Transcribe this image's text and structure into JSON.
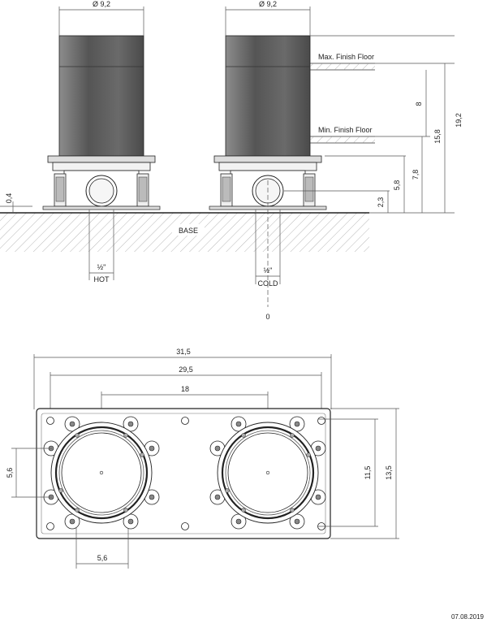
{
  "elevation": {
    "left_diameter": "Ø 9,2",
    "right_diameter": "Ø 9,2",
    "max_finish_floor": "Max. Finish Floor",
    "min_finish_floor": "Min. Finish Floor",
    "base": "BASE",
    "dims": {
      "d8": "8",
      "d15_8": "15,8",
      "d19_2": "19,2",
      "d5_8": "5,8",
      "d7_8": "7,8",
      "d2_3": "2,3",
      "d0_4": "0,4"
    },
    "hot_size": "½\"",
    "hot_label": "HOT",
    "cold_size": "½\"",
    "cold_label": "COLD",
    "zero": "0"
  },
  "plan": {
    "dims": {
      "d31_5": "31,5",
      "d29_5": "29,5",
      "d18": "18",
      "d5_6_v": "5,6",
      "d5_6_h": "5,6",
      "d11_5": "11,5",
      "d13_5": "13,5"
    }
  },
  "date": "07.08.2019",
  "colors": {
    "ink": "#222222",
    "body_fill": "#5a5a5a",
    "dim_line": "#555555"
  }
}
